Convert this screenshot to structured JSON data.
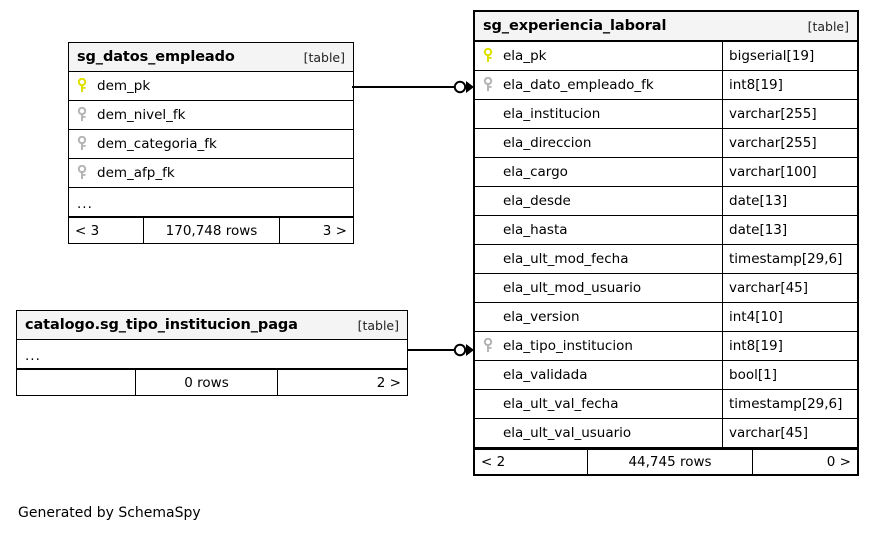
{
  "diagram": {
    "caption": "Generated by SchemaSpy",
    "table_tag": "[table]",
    "ellipsis": "...",
    "colors": {
      "primary_key": "#e8e800",
      "foreign_key": "#b0b0b0",
      "header_bg": "#f4f4f4",
      "border": "#000000",
      "background": "#ffffff"
    }
  },
  "tables": {
    "datos_empleado": {
      "name": "sg_datos_empleado",
      "tag": "[table]",
      "columns": [
        {
          "name": "dem_pk",
          "key": "primary",
          "type": ""
        },
        {
          "name": "dem_nivel_fk",
          "key": "foreign",
          "type": ""
        },
        {
          "name": "dem_categoria_fk",
          "key": "foreign",
          "type": ""
        },
        {
          "name": "dem_afp_fk",
          "key": "foreign",
          "type": ""
        }
      ],
      "more_indicator": "...",
      "footer": {
        "prev": "< 3",
        "rows": "170,748 rows",
        "next": "3 >"
      }
    },
    "tipo_institucion_paga": {
      "name": "catalogo.sg_tipo_institucion_paga",
      "tag": "[table]",
      "columns": [],
      "more_indicator": "...",
      "footer": {
        "prev": "",
        "rows": "0 rows",
        "next": "2 >"
      }
    },
    "experiencia_laboral": {
      "name": "sg_experiencia_laboral",
      "tag": "[table]",
      "columns": [
        {
          "name": "ela_pk",
          "key": "primary",
          "type": "bigserial[19]"
        },
        {
          "name": "ela_dato_empleado_fk",
          "key": "foreign",
          "type": "int8[19]"
        },
        {
          "name": "ela_institucion",
          "key": "none",
          "type": "varchar[255]"
        },
        {
          "name": "ela_direccion",
          "key": "none",
          "type": "varchar[255]"
        },
        {
          "name": "ela_cargo",
          "key": "none",
          "type": "varchar[100]"
        },
        {
          "name": "ela_desde",
          "key": "none",
          "type": "date[13]"
        },
        {
          "name": "ela_hasta",
          "key": "none",
          "type": "date[13]"
        },
        {
          "name": "ela_ult_mod_fecha",
          "key": "none",
          "type": "timestamp[29,6]"
        },
        {
          "name": "ela_ult_mod_usuario",
          "key": "none",
          "type": "varchar[45]"
        },
        {
          "name": "ela_version",
          "key": "none",
          "type": "int4[10]"
        },
        {
          "name": "ela_tipo_institucion",
          "key": "foreign",
          "type": "int8[19]"
        },
        {
          "name": "ela_validada",
          "key": "none",
          "type": "bool[1]"
        },
        {
          "name": "ela_ult_val_fecha",
          "key": "none",
          "type": "timestamp[29,6]"
        },
        {
          "name": "ela_ult_val_usuario",
          "key": "none",
          "type": "varchar[45]"
        }
      ],
      "footer": {
        "prev": "< 2",
        "rows": "44,745 rows",
        "next": "0 >"
      }
    }
  },
  "relationships": [
    {
      "from_table": "sg_datos_empleado",
      "from_column": "dem_pk",
      "to_table": "sg_experiencia_laboral",
      "to_column": "ela_dato_empleado_fk"
    },
    {
      "from_table": "catalogo.sg_tipo_institucion_paga",
      "to_table": "sg_experiencia_laboral",
      "to_column": "ela_tipo_institucion"
    }
  ]
}
